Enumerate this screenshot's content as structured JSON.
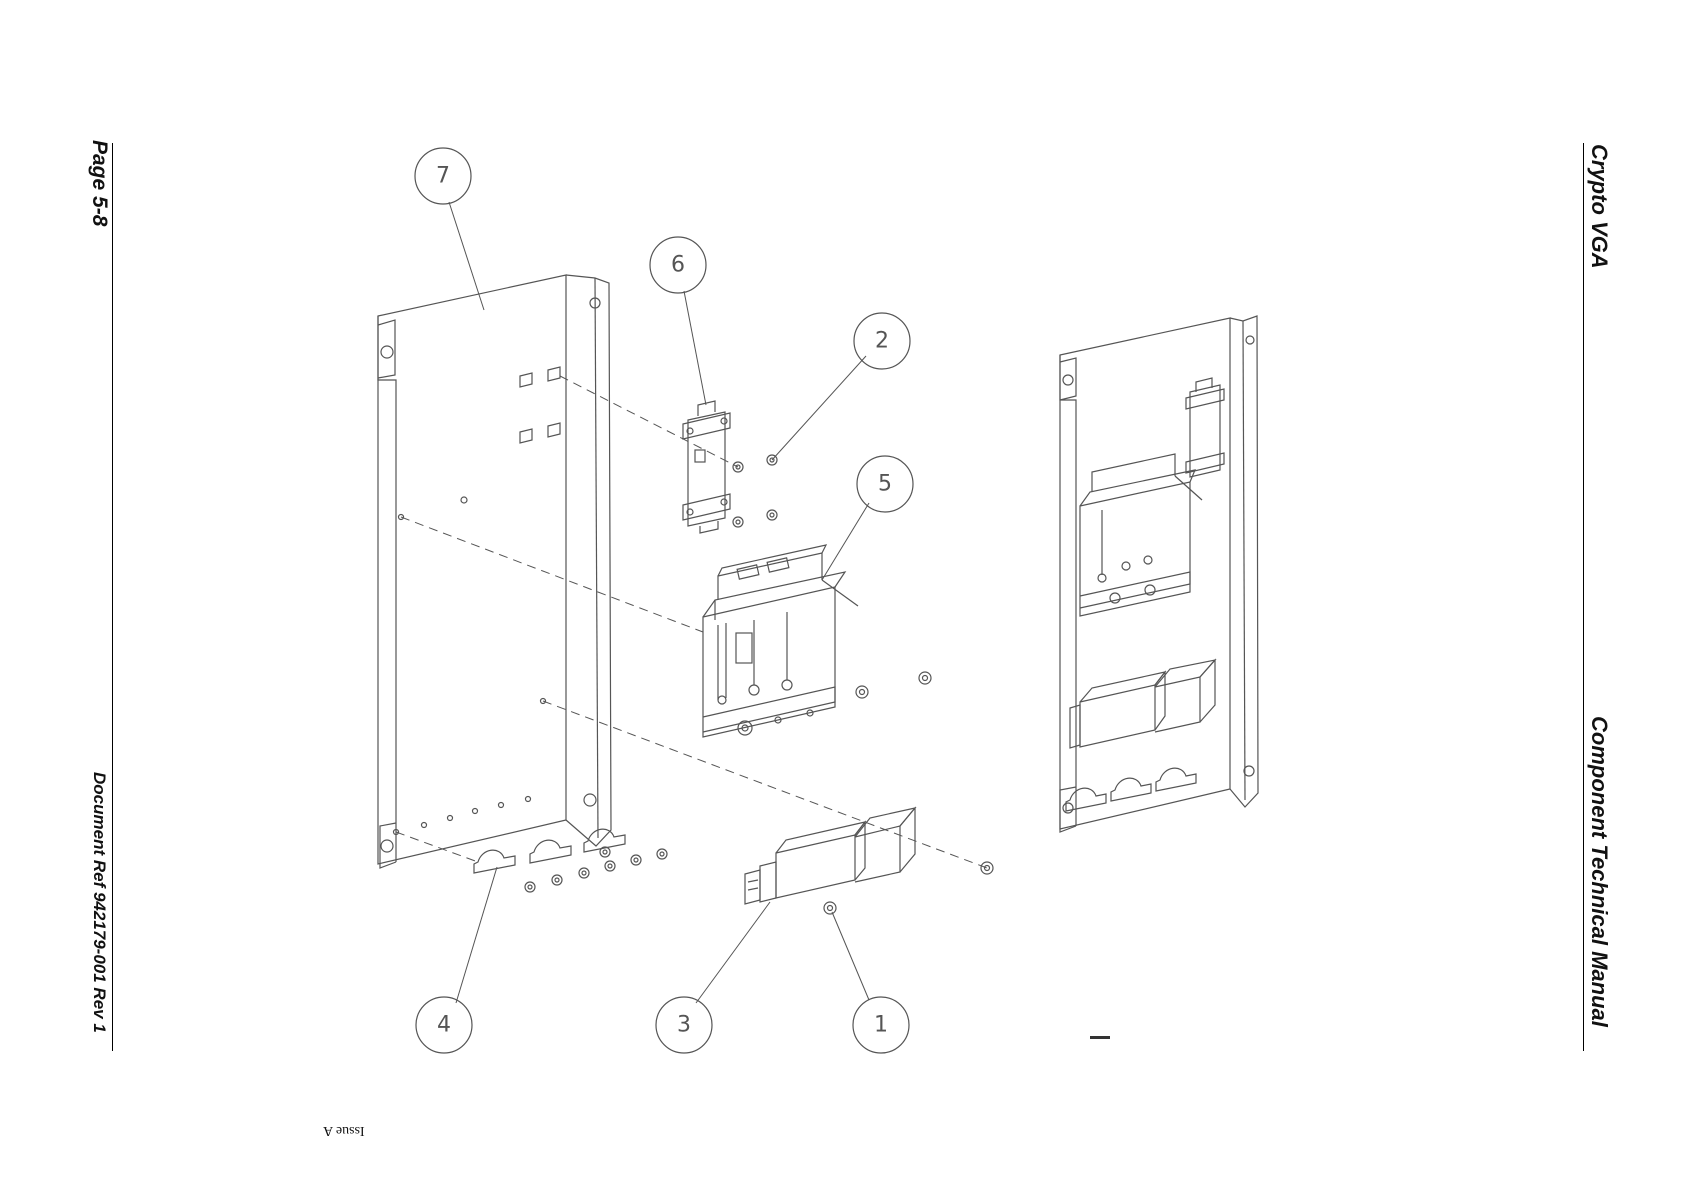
{
  "header": {
    "left_top": "Page 5-8",
    "left_bottom": "Document Ref 942179-001 Rev 1",
    "right_top": "Crypto VGA",
    "right_bottom": "Component Technical Manual"
  },
  "footer": {
    "issue": "Issue A"
  },
  "callouts": [
    {
      "id": "callout-7",
      "label": "7"
    },
    {
      "id": "callout-6",
      "label": "6"
    },
    {
      "id": "callout-2",
      "label": "2"
    },
    {
      "id": "callout-5",
      "label": "5"
    },
    {
      "id": "callout-4",
      "label": "4"
    },
    {
      "id": "callout-3",
      "label": "3"
    },
    {
      "id": "callout-1",
      "label": "1"
    }
  ],
  "colors": {
    "line": "#555555",
    "ink": "#000000"
  }
}
